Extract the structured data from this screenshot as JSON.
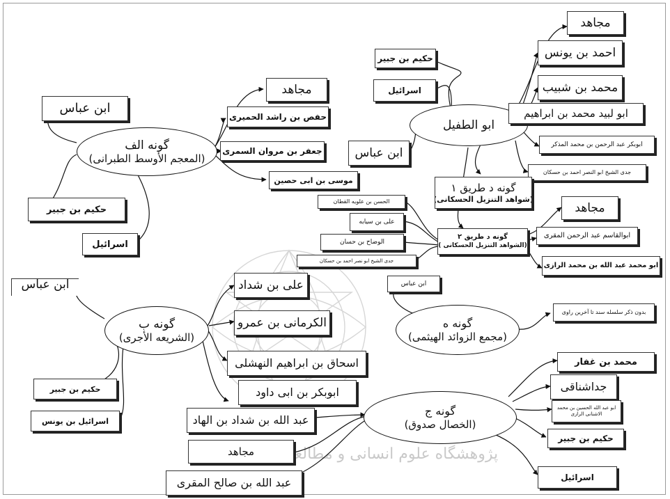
{
  "watermark": {
    "text": "پژوهشگاه علوم انسانی و مطالعات فرهنگی"
  },
  "groups": {
    "alef": {
      "title": "گونه الف",
      "subtitle": "(المعجم الأوسط الطبرانی)",
      "sources": {
        "s1": "ابن عباس",
        "s2": "حکیم بن جبیر",
        "s3": "اسرائیل"
      },
      "narrators": {
        "n1": "مجاهد",
        "n2": "حفص بن راشد الحمیری",
        "n3": "جعفر بن مروان السمری",
        "n4": "موسی بن ابی حصین"
      }
    },
    "dal": {
      "center": "ابو الطفیل",
      "sources": {
        "s1": "حکیم بن جبیر",
        "s2": "اسرائیل",
        "s3": "ابن عباس"
      },
      "narrators": {
        "n1": "مجاهد",
        "n2": "احمد بن یونس",
        "n3": "محمد بن شبیب",
        "n4": "ابو لبید محمد بن ابراهیم",
        "n5": "ابوبکر عبد الرحمن بن محمد المذکر",
        "n6": "جدی الشیخ ابو النصر احمد بن حسکان"
      },
      "route1": {
        "title": "گونه د طریق ۱",
        "subtitle": "(شواهد التنزیل الحسکانی)"
      },
      "route2": {
        "title": "گونه د طریق ۲",
        "subtitle": "(الشواهد التنزیل الحسکانی )",
        "left": {
          "l1": "الحسن بن علویه القطان",
          "l2": "علی بن سیابه",
          "l3": "الوضاح بن حسان",
          "l4": "جدی الشیخ ابو نصر احمد بن حسکان"
        },
        "right": {
          "r1": "مجاهد",
          "r2": "ابوالقاسم عبد الرحمن المقری",
          "r3": "ابو محمد عبد الله بن محمد الرازی"
        }
      }
    },
    "be": {
      "title": "گونه ب",
      "subtitle": "(الشریعه الأجری)",
      "sources": {
        "s1": "ابن عباس",
        "s2": "حکیم بن جبیر",
        "s3": "اسرائیل بن یونس"
      },
      "narrators": {
        "n1": "علی بن شداد",
        "n2": "الکرمانی بن عمرو",
        "n3": "اسحاق بن ابراهیم النهشلی",
        "n4": "ابوبکر بن ابی داود"
      }
    },
    "he": {
      "title": "گونه ه",
      "subtitle": "(مجمع الزوائد الهیثمی)",
      "source": "ابن عباس",
      "note": "بدون ذکر سلسله سند تا آخرین راوی"
    },
    "jim": {
      "title": "گونه ج",
      "subtitle": "(الخصال صدوق)",
      "sources": {
        "s1": "عبد الله بن شداد بن الهاد",
        "s2": "مجاهد",
        "s3": "عبد الله بن صالح المقری"
      },
      "narrators": {
        "n1": "محمد بن غفار",
        "n2": "جداشناقی",
        "n3": "ابو عبد الله الحسین بن محمد الاشنانی الرازی",
        "n4": "حکیم بن جبیر",
        "n5": "اسرائیل"
      }
    }
  }
}
